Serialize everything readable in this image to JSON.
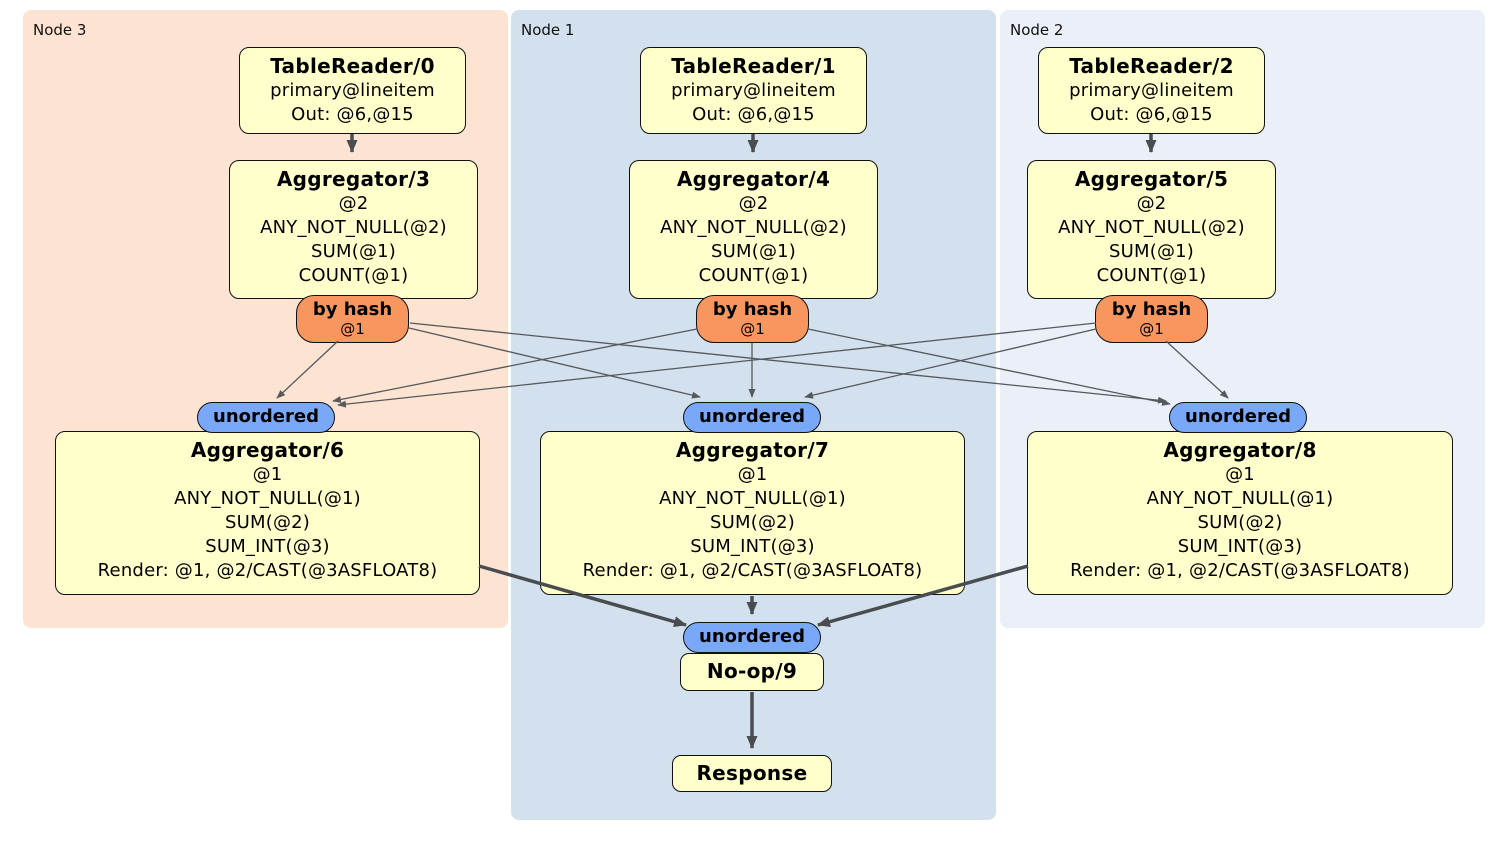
{
  "regions": [
    {
      "label": "Node 3",
      "bg": "#fde3d2"
    },
    {
      "label": "Node 1",
      "bg": "#d2e1ed"
    },
    {
      "label": "Node 2",
      "bg": "#eaeff8"
    }
  ],
  "table_readers": [
    {
      "title": "TableReader/0",
      "rows": [
        "primary@lineitem",
        "Out: @6,@15"
      ]
    },
    {
      "title": "TableReader/1",
      "rows": [
        "primary@lineitem",
        "Out: @6,@15"
      ]
    },
    {
      "title": "TableReader/2",
      "rows": [
        "primary@lineitem",
        "Out: @6,@15"
      ]
    }
  ],
  "stage1_aggregators": [
    {
      "title": "Aggregator/3",
      "rows": [
        "@2",
        "ANY_NOT_NULL(@2)",
        "SUM(@1)",
        "COUNT(@1)"
      ]
    },
    {
      "title": "Aggregator/4",
      "rows": [
        "@2",
        "ANY_NOT_NULL(@2)",
        "SUM(@1)",
        "COUNT(@1)"
      ]
    },
    {
      "title": "Aggregator/5",
      "rows": [
        "@2",
        "ANY_NOT_NULL(@2)",
        "SUM(@1)",
        "COUNT(@1)"
      ]
    }
  ],
  "hash_routers": [
    {
      "label": "by hash",
      "detail": "@1"
    },
    {
      "label": "by hash",
      "detail": "@1"
    },
    {
      "label": "by hash",
      "detail": "@1"
    }
  ],
  "stream_merges": [
    {
      "label": "unordered"
    },
    {
      "label": "unordered"
    },
    {
      "label": "unordered"
    },
    {
      "label": "unordered"
    }
  ],
  "stage2_aggregators": [
    {
      "title": "Aggregator/6",
      "rows": [
        "@1",
        "ANY_NOT_NULL(@1)",
        "SUM(@2)",
        "SUM_INT(@3)",
        "Render: @1, @2/CAST(@3ASFLOAT8)"
      ]
    },
    {
      "title": "Aggregator/7",
      "rows": [
        "@1",
        "ANY_NOT_NULL(@1)",
        "SUM(@2)",
        "SUM_INT(@3)",
        "Render: @1, @2/CAST(@3ASFLOAT8)"
      ]
    },
    {
      "title": "Aggregator/8",
      "rows": [
        "@1",
        "ANY_NOT_NULL(@1)",
        "SUM(@2)",
        "SUM_INT(@3)",
        "Render: @1, @2/CAST(@3ASFLOAT8)"
      ]
    }
  ],
  "noop": {
    "title": "No-op/9"
  },
  "response": {
    "title": "Response"
  },
  "colors": {
    "node3_bg": "#fde3d2",
    "node1_bg": "#d2e1ed",
    "node2_bg": "#eaeff8",
    "processor_bg": "#ffffcc",
    "hash_router_bg": "#f7965f",
    "merge_bg": "#7aa8f8",
    "edge_thin": "#55585c",
    "edge_thick": "#4a4d50"
  }
}
